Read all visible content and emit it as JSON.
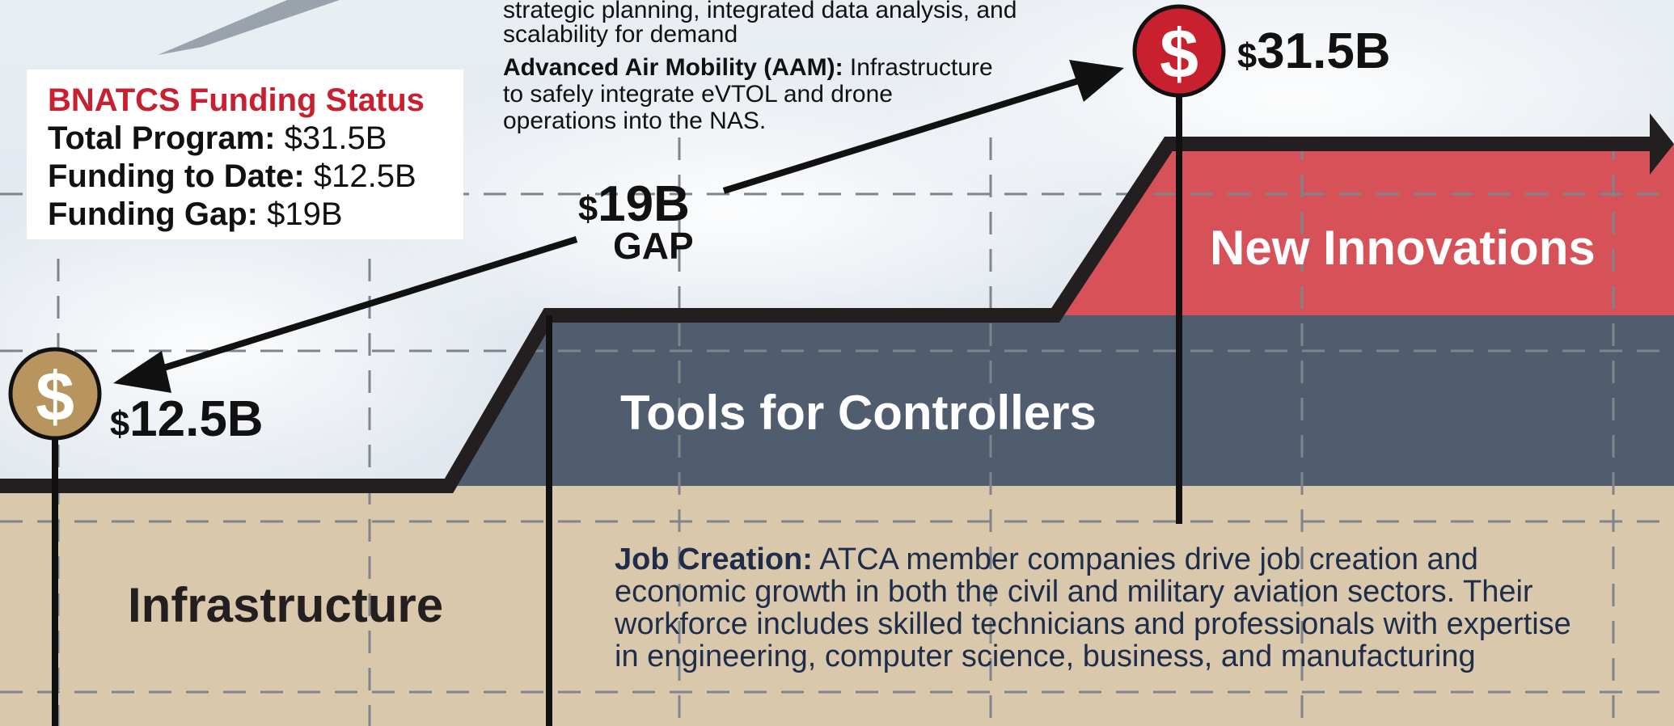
{
  "status_box": {
    "title": "BNATCS Funding Status",
    "rows": [
      {
        "label": "Total Program:",
        "value": "$31.5B"
      },
      {
        "label": "Funding to Date:",
        "value": "$12.5B"
      },
      {
        "label": "Funding Gap:",
        "value": "$19B"
      }
    ]
  },
  "top_text": {
    "line1": "strategic planning, integrated data analysis, and",
    "line2": "scalability for demand",
    "aam_label": "Advanced Air Mobility (AAM):",
    "aam_line1_rest": " Infrastructure",
    "aam_line2": "to safely integrate eVTOL and drone",
    "aam_line3": "operations into the NAS."
  },
  "gap": {
    "currency": "$",
    "amount": "19B",
    "label": "GAP"
  },
  "current_funding": {
    "icon": "dollar-icon",
    "currency": "$",
    "amount": "12.5B"
  },
  "total_funding": {
    "icon": "dollar-icon",
    "currency": "$",
    "amount": "31.5B"
  },
  "segments": {
    "infrastructure": "Infrastructure",
    "tools": "Tools for Controllers",
    "innovations": "New Innovations"
  },
  "job_creation": {
    "label": "Job Creation:",
    "line1_rest": " ATCA member companies drive job creation and",
    "line2": "economic growth in both the civil and military aviation sectors. Their",
    "line3": "workforce includes skilled technicians and professionals with expertise",
    "line4": "in engineering, computer science, business, and manufacturing"
  },
  "colors": {
    "infrastructure": "#d9c8ac",
    "tools": "#4f5d6e",
    "innovations": "#d65158",
    "gold_coin": "#b8945e",
    "red_coin": "#c8202f",
    "title_red": "#c8202f",
    "text_navy": "#1e2d4a"
  }
}
